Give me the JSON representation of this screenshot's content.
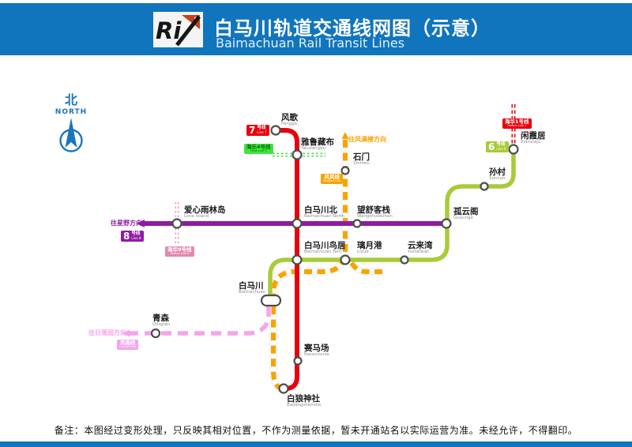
{
  "header": {
    "title_cn": "白马川轨道交通线网图（示意）",
    "title_en": "Baimachuan Rail Transit Lines",
    "logo_ri": "Ri"
  },
  "north": {
    "cn": "北",
    "en": "NORTH"
  },
  "stations": [
    {
      "id": "fengge",
      "cn": "风歌",
      "en": "Fengge"
    },
    {
      "id": "yaluzangbu",
      "cn": "雅鲁藏布",
      "en": "Yaluzangbu"
    },
    {
      "id": "shimen",
      "cn": "石门",
      "en": "Shimen"
    },
    {
      "id": "xianxiaju",
      "cn": "闲霞居",
      "en": "Xianxiaju"
    },
    {
      "id": "suncun",
      "cn": "孙村",
      "en": "Suncun"
    },
    {
      "id": "love-island",
      "cn": "爱心雨林岛",
      "en": "Love Island"
    },
    {
      "id": "baimachuan-north",
      "cn": "白马川北",
      "en": "Baimachuan North"
    },
    {
      "id": "wangshukezhan",
      "cn": "望舒客栈",
      "en": "Wangshukezhan"
    },
    {
      "id": "guyunge",
      "cn": "孤云阁",
      "en": "Guyunge"
    },
    {
      "id": "baimachuan-torii",
      "cn": "白马川鸟居",
      "en": "Baimachuan Torii"
    },
    {
      "id": "liyue",
      "cn": "璃月港",
      "en": "Liyue"
    },
    {
      "id": "yunlaiwan",
      "cn": "云来湾",
      "en": "Yunlaiwan"
    },
    {
      "id": "baimachuan",
      "cn": "白马川",
      "en": "Baimachuan"
    },
    {
      "id": "qingsen",
      "cn": "青森",
      "en": "Qingsen"
    },
    {
      "id": "racecourse",
      "cn": "赛马场",
      "en": "Racecourse"
    },
    {
      "id": "bailangshenshe",
      "cn": "白狼神社",
      "en": "Bailangshenshe"
    }
  ],
  "badges": {
    "line7": {
      "num": "7",
      "suffix": "号线",
      "en": "Line 7"
    },
    "line8": {
      "num": "8",
      "suffix": "号线",
      "en": "Line 8"
    },
    "line6": {
      "num": "6",
      "suffix": "号线",
      "en": "Line 6"
    },
    "line4": {
      "cn": "海乐4号线",
      "en": "Haile Line 4"
    },
    "line1": {
      "cn": "海华1号线",
      "en": "Haihua Line 1"
    },
    "line9": {
      "cn": "海华9号线",
      "en": "Haihua Line 9"
    },
    "fenglan": {
      "cn": "风岚线",
      "en": "Fenglan Line"
    },
    "lannan": {
      "cn": "岚南线",
      "en": "Lannan Line"
    }
  },
  "directions": {
    "fengmanlou": "往风满楼方向",
    "xingye": "往星野方向",
    "riluoyuan": "往日落园方向"
  },
  "note": "备注：本图经过变形处理，只反映其相对位置，不作为测量依据，暂未开通站名以实际运营为准。未经允许，不得翻印。",
  "colors": {
    "header_blue": "#1175bd",
    "line7_red": "#e8000d",
    "line8_purple": "#8f1ba5",
    "line6_green": "#a8cb38",
    "fenglan_orange": "#f7a300",
    "lannan_pink": "#f7a3ec",
    "line9_pink": "#e387ae",
    "line4_green": "#3fe43f",
    "line1_red": "#e8000d"
  }
}
